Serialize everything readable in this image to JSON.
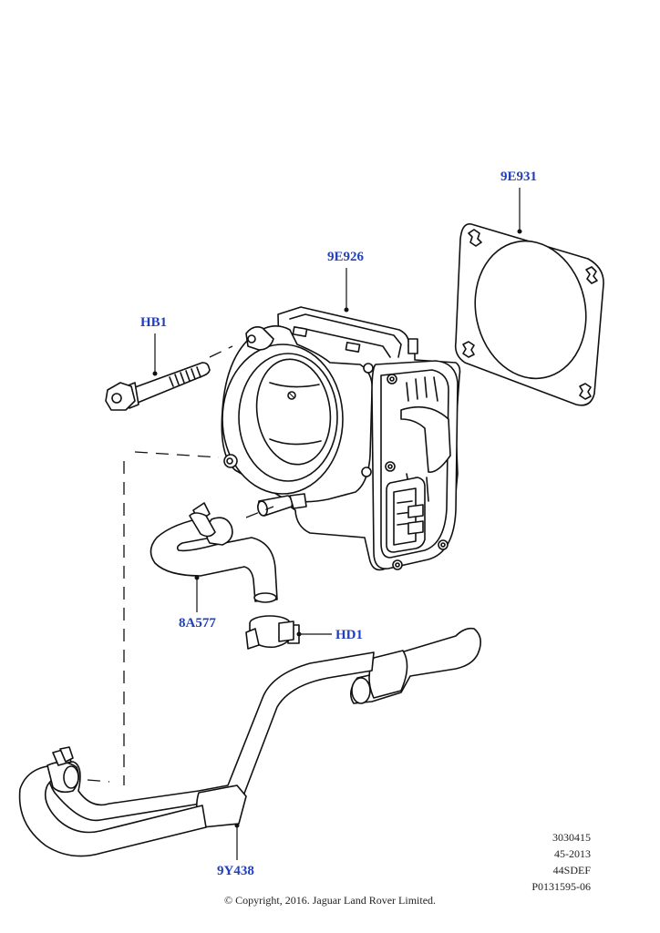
{
  "callouts": {
    "hb1": "HB1",
    "e926": "9E926",
    "e931": "9E931",
    "a577": "8A577",
    "hd1": "HD1",
    "y438": "9Y438"
  },
  "reference": {
    "line1": "3030415",
    "line2": "45-2013",
    "line3": "44SDEF",
    "line4": "P0131595-06"
  },
  "copyright": "© Copyright, 2016. Jaguar Land Rover Limited.",
  "colors": {
    "callout": "#1f3fbf",
    "linework": "#111111"
  }
}
